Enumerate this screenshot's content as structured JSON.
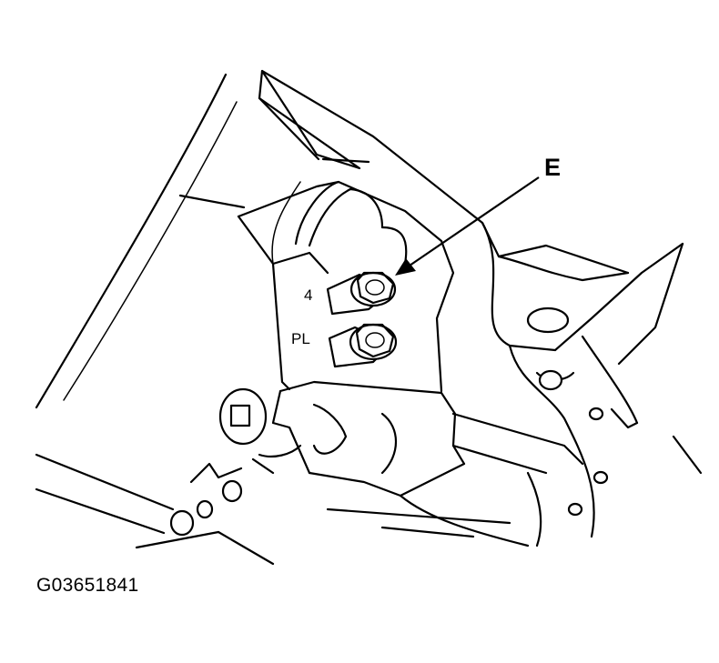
{
  "figure": {
    "id": "G03651841",
    "callout_label": "E",
    "port_labels": {
      "upper": "4",
      "lower": "PL"
    }
  }
}
